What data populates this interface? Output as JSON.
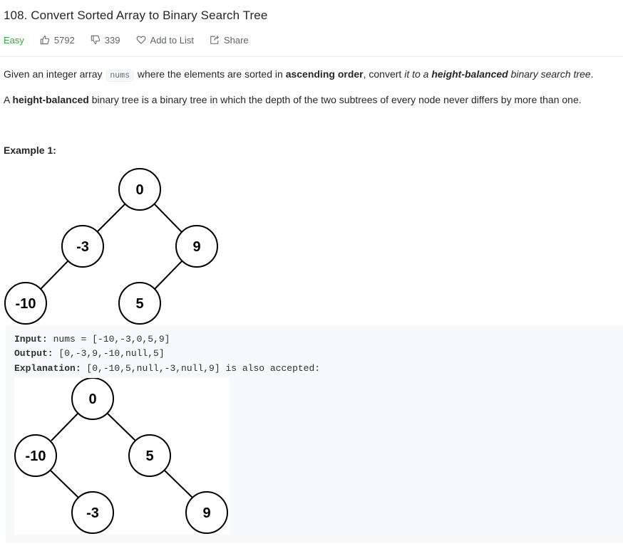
{
  "problem": {
    "title": "108. Convert Sorted Array to Binary Search Tree",
    "difficulty": "Easy",
    "likes": "5792",
    "dislikes": "339",
    "add_to_list": "Add to List",
    "share": "Share"
  },
  "description": {
    "p1": {
      "a": "Given an integer array ",
      "code": "nums",
      "b": " where the elements are sorted in ",
      "c": "ascending order",
      "d": ", convert ",
      "e": "it to a ",
      "f": "height-balanced",
      "g": " binary search tree",
      "h": "."
    },
    "p2": {
      "a": "A ",
      "b": "height-balanced",
      "c": " binary tree is a binary tree in which the depth of the two subtrees of every node never differs by more than one."
    }
  },
  "example1": {
    "title": "Example 1:",
    "tree_nodes": [
      "0",
      "-3",
      "9",
      "-10",
      "5"
    ],
    "input_label": "Input:",
    "input_value": " nums = [-10,-3,0,5,9]",
    "output_label": "Output:",
    "output_value": " [0,-3,9,-10,null,5]",
    "explanation_label": "Explanation:",
    "explanation_value": " [0,-10,5,null,-3,null,9] is also accepted:",
    "alt_tree_nodes": [
      "0",
      "-10",
      "5",
      "-3",
      "9"
    ]
  },
  "colors": {
    "easy": "#43a047",
    "meta_text": "#5f6368",
    "code_block_bg": "#f7f9fa"
  },
  "icons": [
    "thumbs-up-icon",
    "thumbs-down-icon",
    "heart-icon",
    "share-icon"
  ]
}
